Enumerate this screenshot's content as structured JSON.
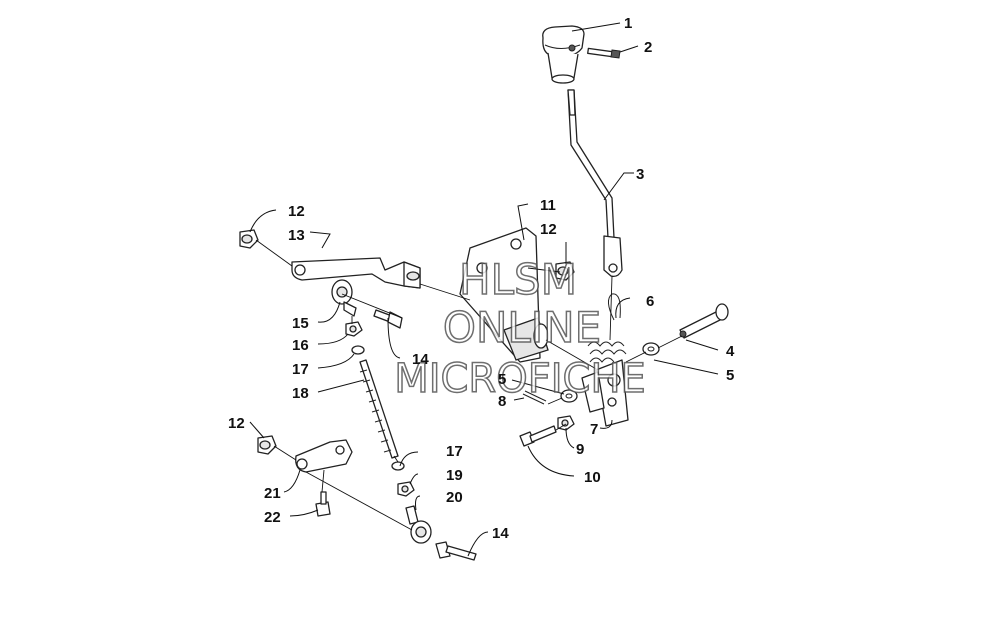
{
  "callouts": {
    "c1": "1",
    "c2": "2",
    "c3": "3",
    "c4": "4",
    "c5a": "5",
    "c5b": "5",
    "c6": "6",
    "c7": "7",
    "c8": "8",
    "c9": "9",
    "c10": "10",
    "c11": "11",
    "c12a": "12",
    "c12b": "12",
    "c12c": "12",
    "c13": "13",
    "c14a": "14",
    "c14b": "14",
    "c15": "15",
    "c16": "16",
    "c17a": "17",
    "c17b": "17",
    "c18": "18",
    "c19": "19",
    "c20": "20",
    "c21": "21",
    "c22": "22"
  },
  "watermark": {
    "line1": "HLSM",
    "line2": "ONLINE",
    "line3": "MICROFICHE"
  }
}
